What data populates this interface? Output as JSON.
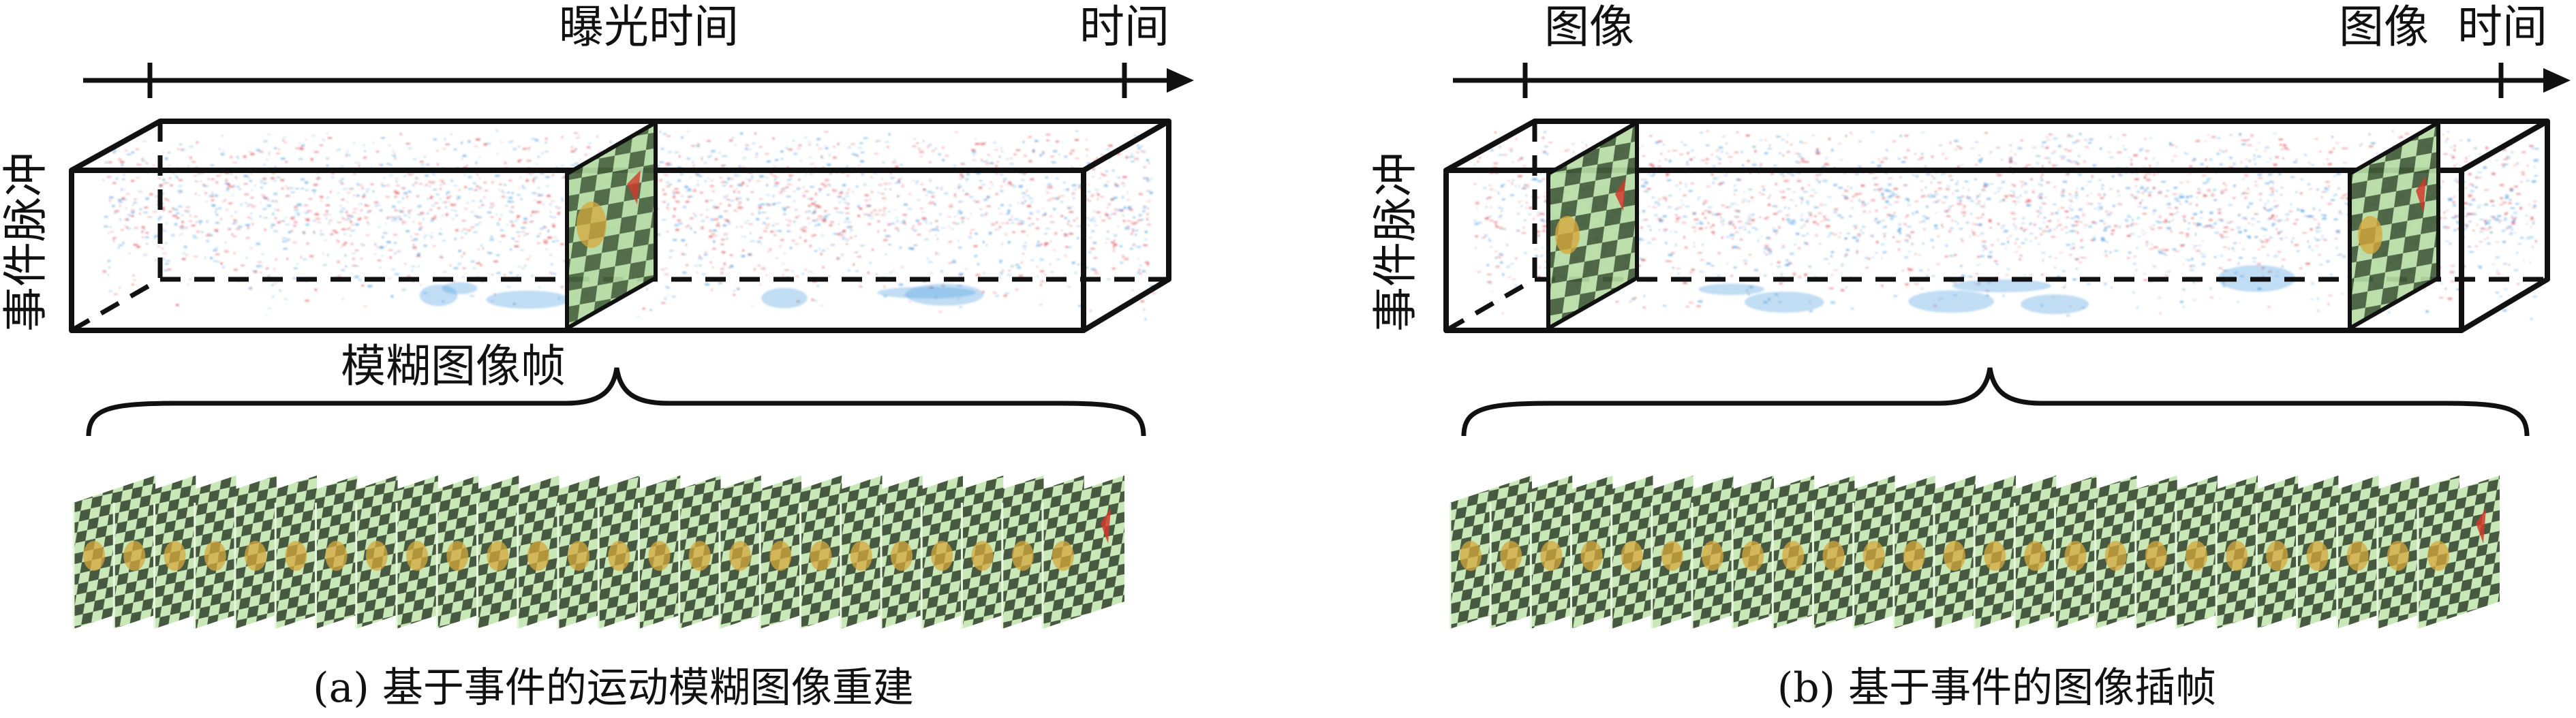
{
  "panel_a": {
    "exposure_label": "曝光时间",
    "time_label": "时间",
    "event_label": "事件脉冲",
    "blurry_frame_label": "模糊图像帧",
    "caption": "(a) 基于事件的运动模糊图像重建",
    "sharp_frame_count": 25
  },
  "panel_b": {
    "image_label_start": "图像",
    "image_label_end": "图像",
    "time_label": "时间",
    "event_label": "事件脉冲",
    "caption": "(b) 基于事件的图像插帧",
    "sharp_frame_count": 25
  },
  "colors": {
    "axis": "#111111",
    "event_positive": "#e0505a",
    "event_negative": "#4a9fe0",
    "frame_light": "#c8e8b8",
    "frame_dark": "#1e2a1a",
    "frame_highlight": "#d6a83c",
    "frame_red_mark": "#d23a2a"
  }
}
